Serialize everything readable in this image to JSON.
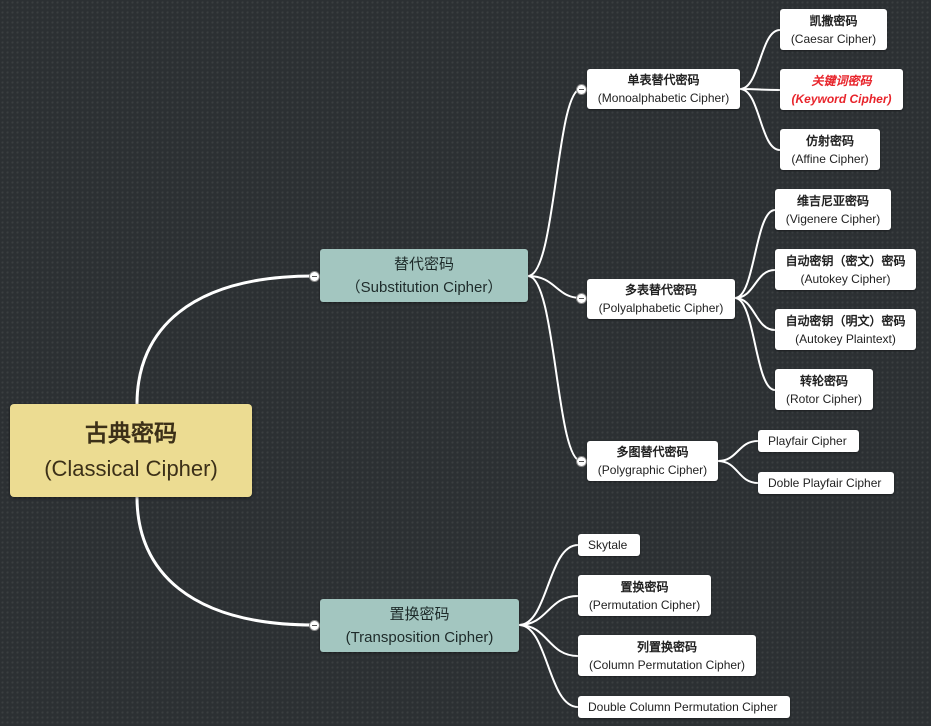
{
  "root": {
    "title_cn": "古典密码",
    "title_en": "(Classical Cipher)"
  },
  "substitution": {
    "title_cn": "替代密码",
    "title_en": "（Substitution Cipher）",
    "mono": {
      "title_cn": "单表替代密码",
      "title_en": "(Monoalphabetic Cipher)",
      "children": [
        {
          "cn": "凯撒密码",
          "en": "(Caesar Cipher)"
        },
        {
          "cn": "关键词密码",
          "en": "(Keyword Cipher)"
        },
        {
          "cn": "仿射密码",
          "en": "(Affine Cipher)"
        }
      ]
    },
    "poly": {
      "title_cn": "多表替代密码",
      "title_en": "(Polyalphabetic Cipher)",
      "children": [
        {
          "cn": "维吉尼亚密码",
          "en": "(Vigenere Cipher)"
        },
        {
          "cn": "自动密钥（密文）密码",
          "en": "(Autokey Cipher)"
        },
        {
          "cn": "自动密钥（明文）密码",
          "en": "(Autokey Plaintext)"
        },
        {
          "cn": "转轮密码",
          "en": "(Rotor Cipher)"
        }
      ]
    },
    "polygraphic": {
      "title_cn": "多图替代密码",
      "title_en": "(Polygraphic Cipher)",
      "children": [
        "Playfair Cipher",
        "Doble Playfair Cipher"
      ]
    }
  },
  "transposition": {
    "title_cn": "置换密码",
    "title_en": "(Transposition Cipher)",
    "skytale": "Skytale",
    "permutation": {
      "cn": "置换密码",
      "en": "(Permutation Cipher)"
    },
    "column": {
      "cn": "列置换密码",
      "en": "(Column Permutation Cipher)"
    },
    "double_column": "Double Column Permutation Cipher"
  },
  "colors": {
    "background": "#2c3033",
    "root_fill": "#ecdc92",
    "main_fill": "#a3c6c0",
    "leaf_fill": "#ffffff",
    "link": "#ffffff",
    "highlight_text": "#e8242b"
  }
}
